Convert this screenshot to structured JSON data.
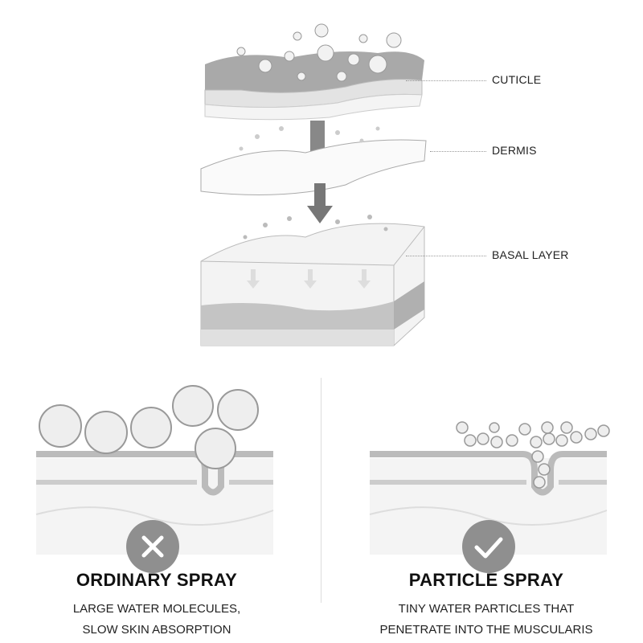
{
  "diagram": {
    "layers": [
      {
        "label": "CUTICLE"
      },
      {
        "label": "DERMIS"
      },
      {
        "label": "BASAL LAYER"
      }
    ]
  },
  "comparison": [
    {
      "title": "ORDINARY SPRAY",
      "description": [
        "LARGE WATER MOLECULES,",
        "SLOW SKIN ABSORPTION"
      ],
      "icon": "cross-icon"
    },
    {
      "title": "PARTICLE SPRAY",
      "description": [
        "TINY WATER PARTICLES THAT",
        "PENETRATE INTO THE MUSCULARIS"
      ],
      "icon": "check-icon"
    }
  ],
  "colors": {
    "badge": "#8f8f8f",
    "layer_dark": "#9a9a9a",
    "layer_light": "#e6e6e6"
  }
}
